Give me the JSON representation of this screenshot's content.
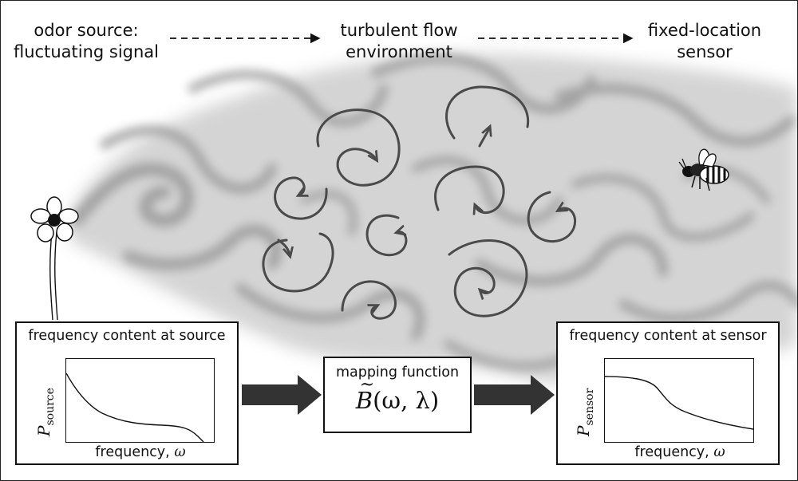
{
  "header": {
    "source_label": [
      "odor source:",
      "fluctuating signal"
    ],
    "environment_label": [
      "turbulent flow",
      "environment"
    ],
    "sensor_label": [
      "fixed-location",
      "sensor"
    ]
  },
  "source_panel": {
    "title": "frequency content at source",
    "ylabel_main": "P",
    "ylabel_sub": "source",
    "xlabel_text": "frequency,",
    "xlabel_symbol": "ω"
  },
  "sensor_panel": {
    "title": "frequency content at sensor",
    "ylabel_main": "P",
    "ylabel_sub": "sensor",
    "xlabel_text": "frequency,",
    "xlabel_symbol": "ω"
  },
  "mapping": {
    "title": "mapping function",
    "func_letter": "B",
    "args": "(ω, λ)"
  },
  "colors": {
    "ink": "#111111",
    "plume": "#9a9a9a",
    "eddy": "#4a4a4a",
    "arrow": "#333333"
  },
  "icons": [
    "flower-icon",
    "bee-icon"
  ]
}
